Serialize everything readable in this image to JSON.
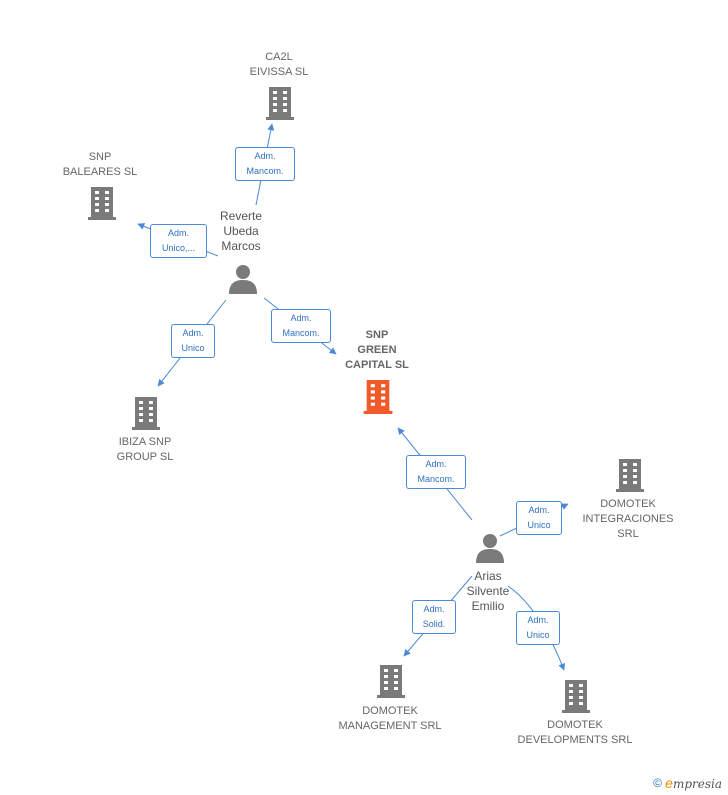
{
  "colors": {
    "company": "#7a7a7a",
    "focus_company": "#f05a2a",
    "person": "#7a7a7a",
    "edge": "#4a8ad6"
  },
  "nodes": {
    "ca2l": {
      "label": "CA2L\nEIVISSA  SL",
      "icon": "building-icon"
    },
    "snp_baleares": {
      "label": "SNP\nBALEARES  SL",
      "icon": "building-icon"
    },
    "reverte": {
      "label": "Reverte\nUbeda\nMarcos",
      "icon": "person-icon"
    },
    "snp_green": {
      "label": "SNP\nGREEN\nCAPITAL  SL",
      "icon": "building-icon"
    },
    "ibiza_snp": {
      "label": "IBIZA SNP\nGROUP  SL",
      "icon": "building-icon"
    },
    "domotek_integ": {
      "label": "DOMOTEK\nINTEGRACIONES SRL",
      "icon": "building-icon"
    },
    "arias": {
      "label": "Arias\nSilvente\nEmilio",
      "icon": "person-icon"
    },
    "domotek_mgmt": {
      "label": "DOMOTEK\nMANAGEMENT SRL",
      "icon": "building-icon"
    },
    "domotek_dev": {
      "label": "DOMOTEK\nDEVELOPMENTS SRL",
      "icon": "building-icon"
    }
  },
  "edges": {
    "reverte_ca2l": "Adm.\nMancom.",
    "reverte_baleares": "Adm.\nUnico,...",
    "reverte_ibiza": "Adm.\nUnico",
    "reverte_green": "Adm.\nMancom.",
    "arias_green": "Adm.\nMancom.",
    "arias_integ": "Adm.\nUnico",
    "arias_mgmt": "Adm.\nSolid.",
    "arias_dev": "Adm.\nUnico"
  },
  "footer": {
    "copyright": "©",
    "brand_initial": "e",
    "brand_rest": "mpresia"
  }
}
